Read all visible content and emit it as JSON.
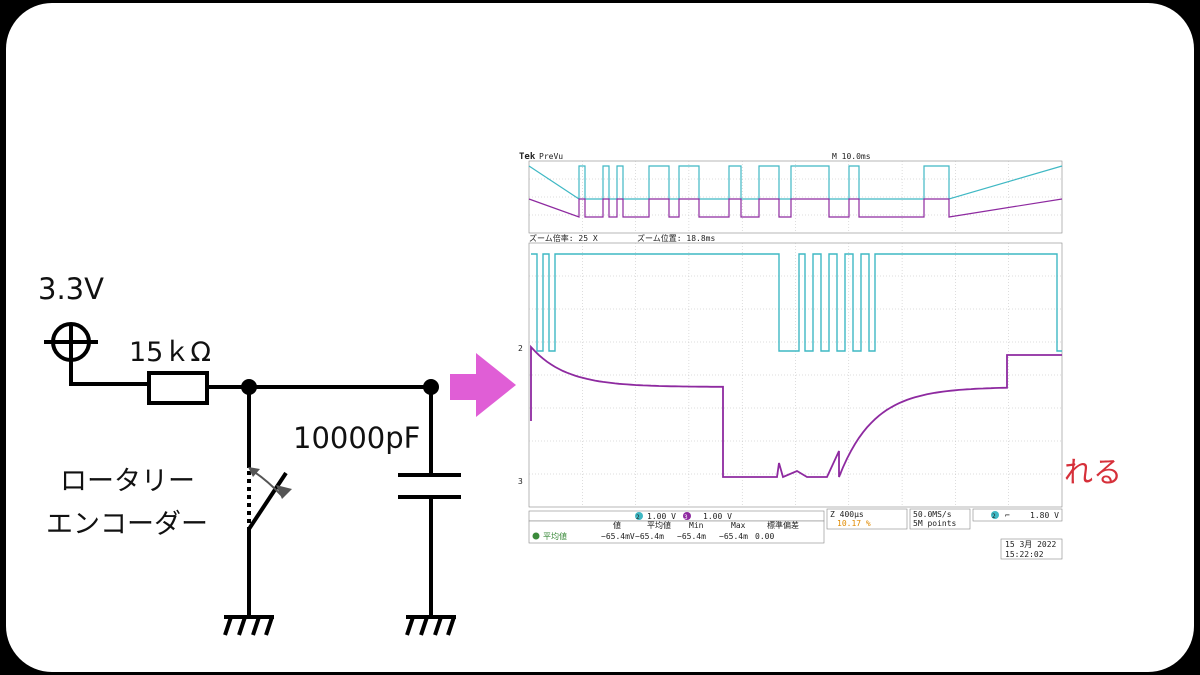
{
  "circuit": {
    "supply_voltage": "3.3V",
    "resistor": "15ｋΩ",
    "capacitor": "10000pF",
    "switch_label_line1": "ロータリー",
    "switch_label_line2": "エンコーダー"
  },
  "annotation": {
    "text": "電圧上昇が遅れる",
    "color": "#d6303a"
  },
  "arrow_color": "#e05ed6",
  "scope": {
    "brand": "Tek",
    "mode": "PreVu",
    "timebase": "M 10.0ms",
    "zoom_factor": "ズーム倍率: 25 X",
    "zoom_position": "ズーム位置: 18.8ms",
    "ch2_label": "2",
    "ch2_scale": "1.00 V",
    "ch3_label": "3",
    "ch3_scale": "1.00 V",
    "zoom_time": "Z 400µs",
    "zoom_percent": "10.17 %",
    "sample_rate": "50.0MS/s",
    "record_length": "5M points",
    "trigger_source": "2",
    "trigger_level": "1.80 V",
    "meas_header": [
      "値",
      "平均値",
      "Min",
      "Max",
      "標準偏差"
    ],
    "meas_name": "平均値",
    "meas_values": [
      "−65.4mV",
      "−65.4m",
      "−65.4m",
      "−65.4m",
      "0.00"
    ],
    "date": "15 3月 2022",
    "time": "15:22:02",
    "ch2_color": "#3fb8c4",
    "ch3_color": "#8e2aa0"
  }
}
